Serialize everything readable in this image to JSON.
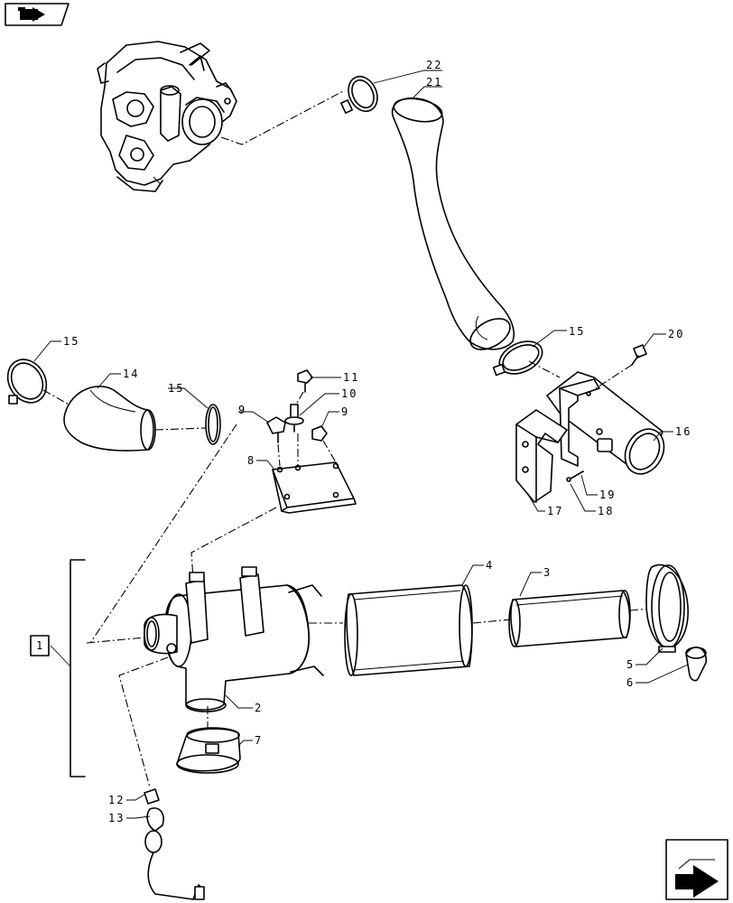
{
  "nav": {
    "back_icon": "folder-arrow-icon",
    "next_icon": "next-page-arrow-icon"
  },
  "assembly_box": {
    "label": "1"
  },
  "callouts": {
    "c2": "2",
    "c3": "3",
    "c4": "4",
    "c5": "5",
    "c6": "6",
    "c7": "7",
    "c8": "8",
    "c9a": "9",
    "c9b": "9",
    "c10": "10",
    "c11": "11",
    "c12": "12",
    "c13": "13",
    "c14": "14",
    "c15a": "15",
    "c15b": "15",
    "c15c": "15",
    "c16": "16",
    "c17": "17",
    "c18": "18",
    "c19": "19",
    "c20": "20",
    "c21": "21",
    "c22": "22"
  }
}
